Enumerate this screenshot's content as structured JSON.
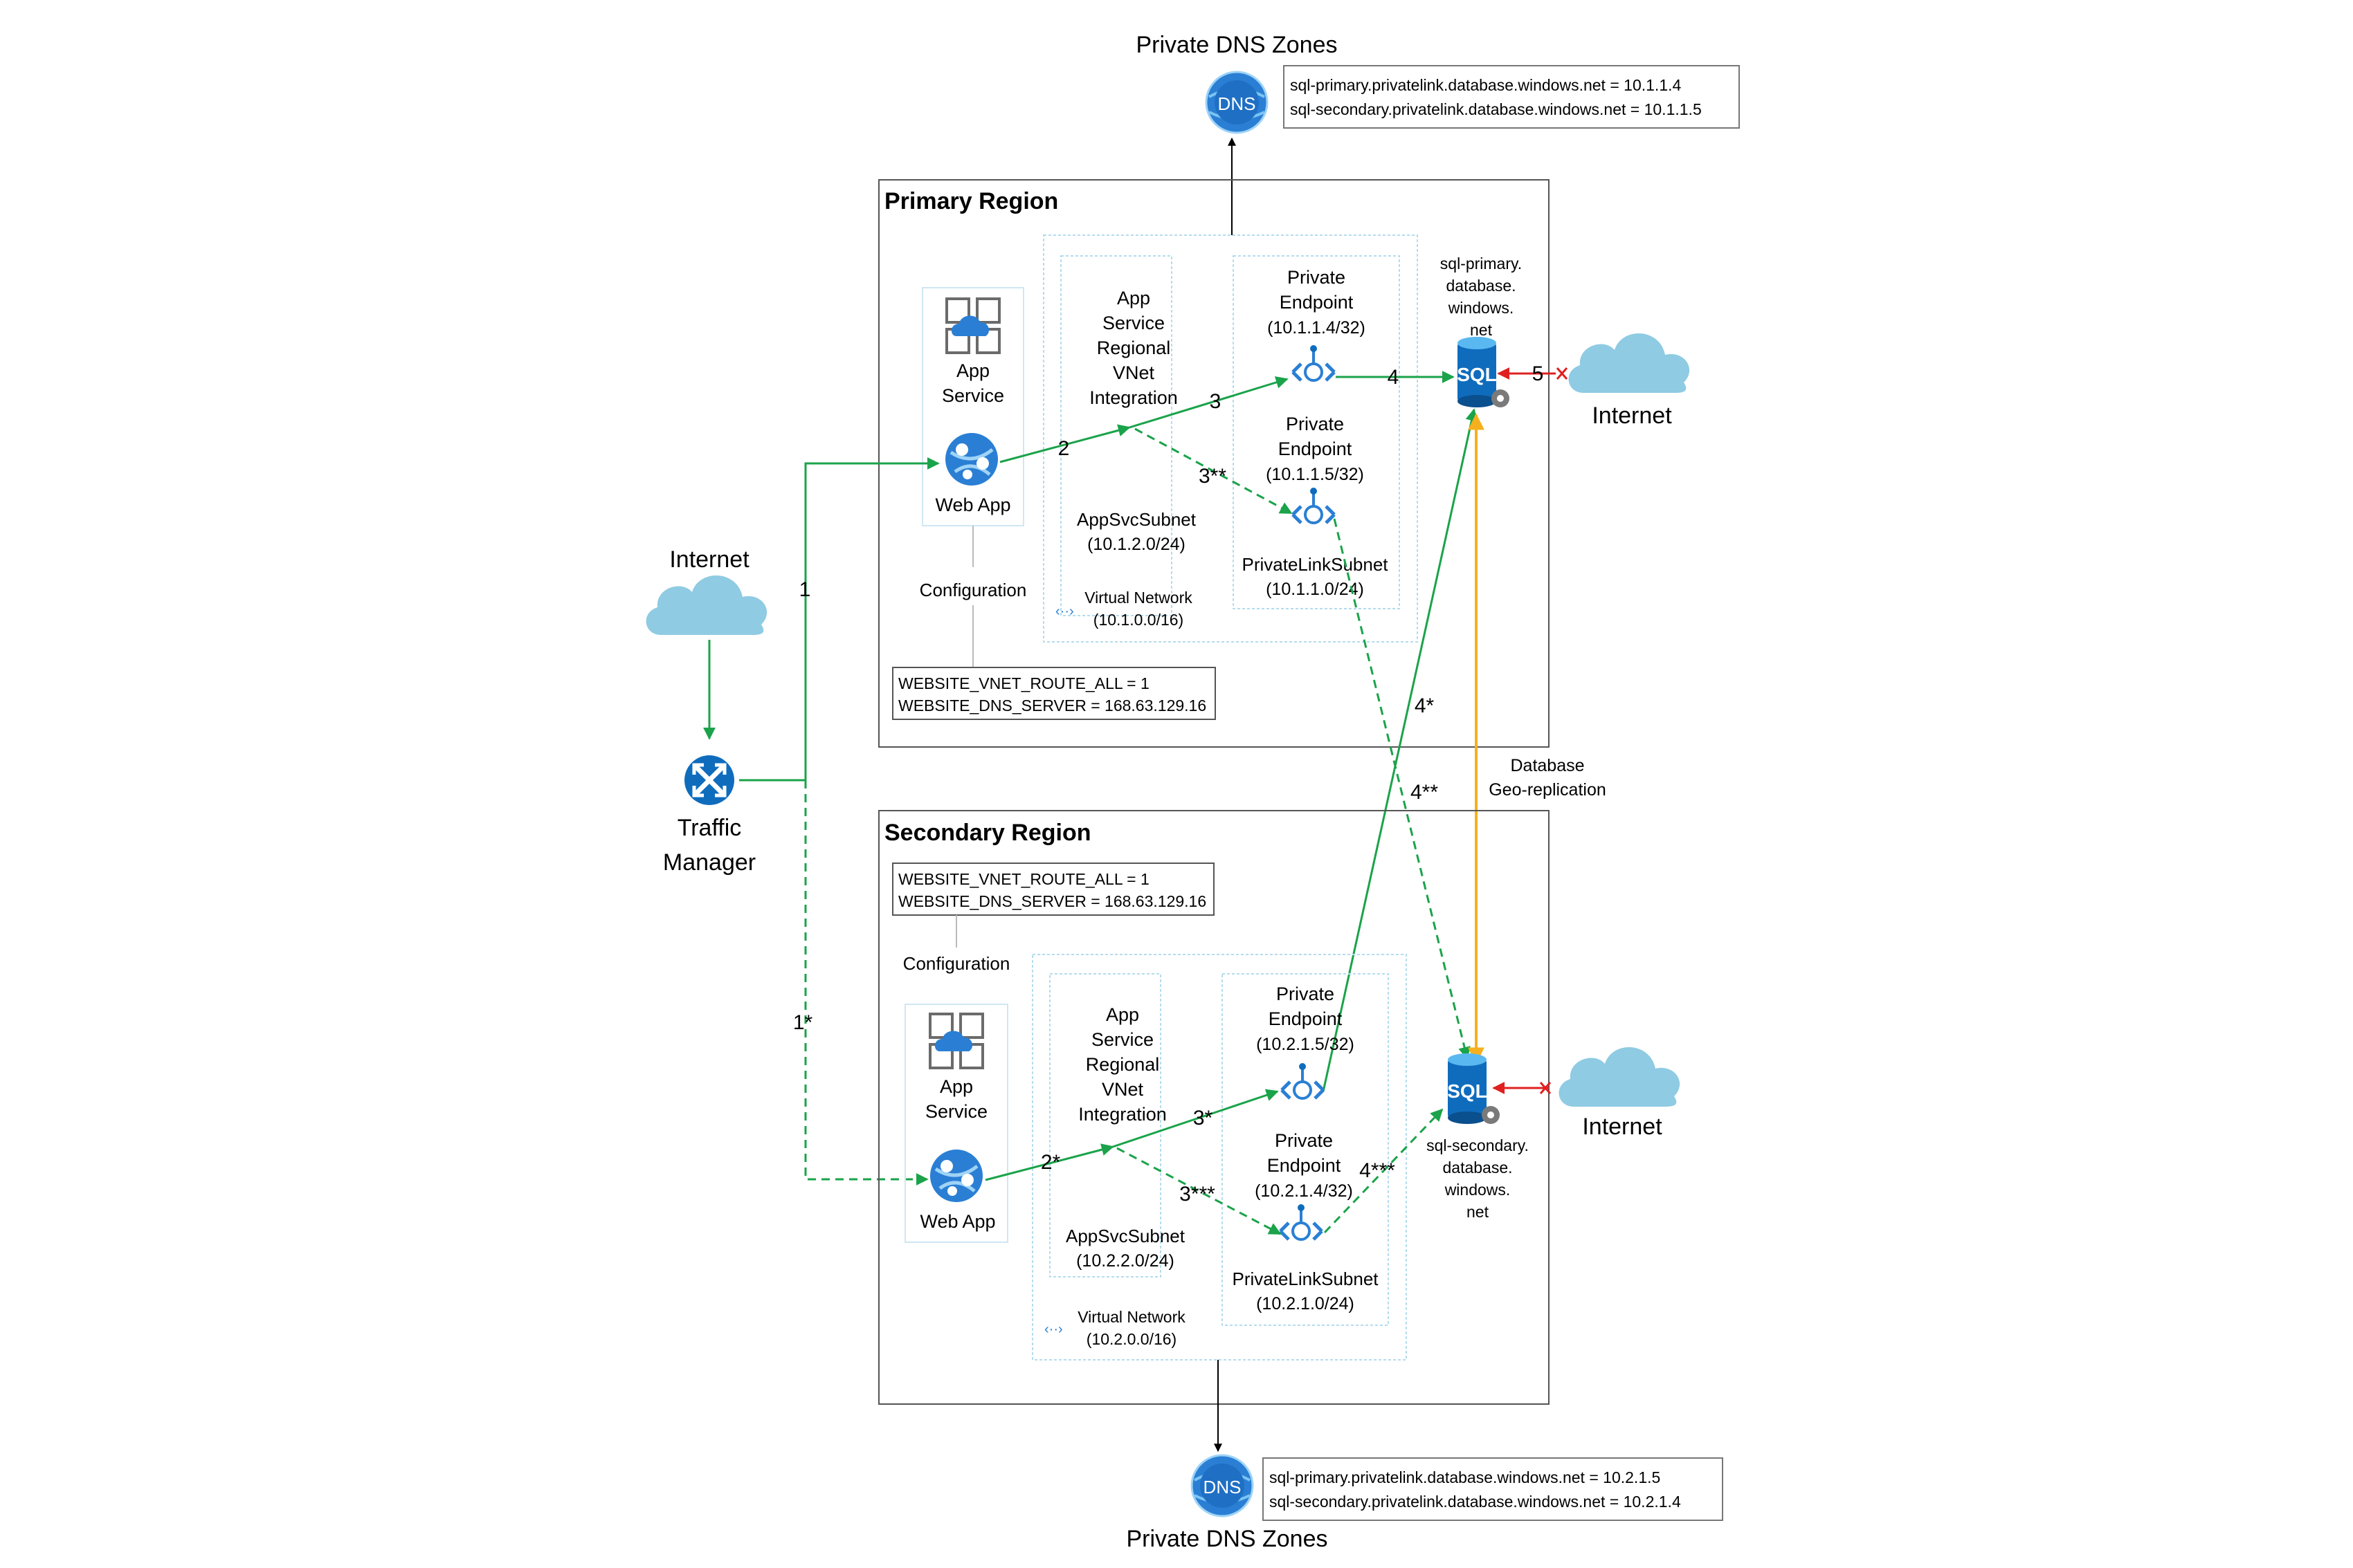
{
  "primary_dns": {
    "title": "Private DNS Zones",
    "icon": "dns-icon",
    "label": "DNS",
    "records": [
      "sql-primary.privatelink.database.windows.net = 10.1.1.4",
      "sql-secondary.privatelink.database.windows.net = 10.1.1.5"
    ]
  },
  "secondary_dns": {
    "title": "Private DNS Zones",
    "icon": "dns-icon",
    "label": "DNS",
    "records": [
      "sql-primary.privatelink.database.windows.net = 10.2.1.5",
      "sql-secondary.privatelink.database.windows.net = 10.2.1.4"
    ]
  },
  "internet_left": {
    "label": "Internet",
    "icon": "cloud-icon"
  },
  "traffic_manager": {
    "label_1": "Traffic",
    "label_2": "Manager",
    "icon": "traffic-manager-icon"
  },
  "primary": {
    "title": "Primary Region",
    "app_service": [
      "App",
      "Service"
    ],
    "web_app": "Web App",
    "configuration": "Configuration",
    "config_lines": [
      "WEBSITE_VNET_ROUTE_ALL =  1",
      "WEBSITE_DNS_SERVER =  168.63.129.16"
    ],
    "vnet_integration": [
      "App",
      "Service",
      "Regional",
      "VNet",
      "Integration"
    ],
    "app_subnet": [
      "AppSvcSubnet",
      "(10.1.2.0/24)"
    ],
    "vnet": [
      "Virtual Network",
      "(10.1.0.0/16)"
    ],
    "pe1": [
      "Private",
      "Endpoint",
      "(10.1.1.4/32)"
    ],
    "pe2": [
      "Private",
      "Endpoint",
      "(10.1.1.5/32)"
    ],
    "pl_subnet": [
      "PrivateLinkSubnet",
      "(10.1.1.0/24)"
    ],
    "sql_name": [
      "sql-primary.",
      "database.",
      "windows.",
      "net"
    ],
    "internet": "Internet"
  },
  "secondary": {
    "title": "Secondary Region",
    "app_service": [
      "App",
      "Service"
    ],
    "web_app": "Web App",
    "configuration": "Configuration",
    "config_lines": [
      "WEBSITE_VNET_ROUTE_ALL =  1",
      "WEBSITE_DNS_SERVER =  168.63.129.16"
    ],
    "vnet_integration": [
      "App",
      "Service",
      "Regional",
      "VNet",
      "Integration"
    ],
    "app_subnet": [
      "AppSvcSubnet",
      "(10.2.2.0/24)"
    ],
    "vnet": [
      "Virtual Network",
      "(10.2.0.0/16)"
    ],
    "pe1": [
      "Private",
      "Endpoint",
      "(10.2.1.5/32)"
    ],
    "pe2": [
      "Private",
      "Endpoint",
      "(10.2.1.4/32)"
    ],
    "pl_subnet": [
      "PrivateLinkSubnet",
      "(10.2.1.0/24)"
    ],
    "sql_name": [
      "sql-secondary.",
      "database.",
      "windows.",
      "net"
    ],
    "internet": "Internet"
  },
  "sql_label": "SQL",
  "geo_replication": [
    "Database",
    "Geo-replication"
  ],
  "flow_labels": {
    "f1": "1",
    "f1s": "1*",
    "f2": "2",
    "f2s": "2*",
    "f3": "3",
    "f3ss": "3**",
    "f3s": "3*",
    "f3sss": "3***",
    "f4": "4",
    "f4s": "4*",
    "f4ss": "4**",
    "f4sss": "4***",
    "f5": "5"
  },
  "colors": {
    "green": "#1aa34a",
    "orange": "#f6b01e",
    "red": "#e02020",
    "azure_blue": "#0f6cbd",
    "cloud": "#8fcbe3",
    "region_border": "#555555",
    "vnet_border": "#b4dcee"
  }
}
